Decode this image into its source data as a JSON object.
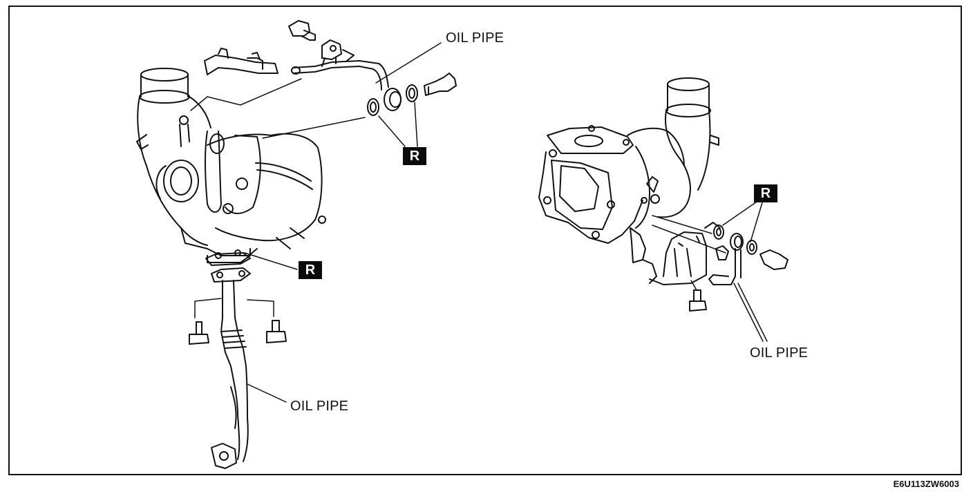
{
  "labels": {
    "oil_pipe_top": "OIL PIPE",
    "oil_pipe_bottom_left": "OIL PIPE",
    "oil_pipe_right": "OIL PIPE"
  },
  "markers": {
    "replace_symbol": "R"
  },
  "figure_code": "E6U113ZW6003",
  "colors": {
    "line": "#111111",
    "marker_bg": "#0b0b0b",
    "marker_text": "#ffffff",
    "background": "#ffffff"
  }
}
